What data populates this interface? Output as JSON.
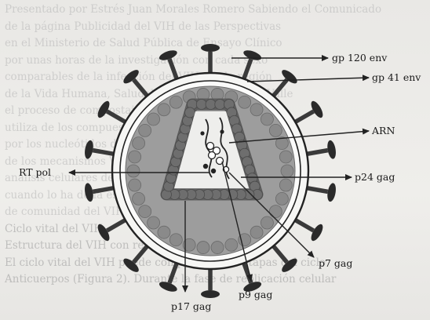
{
  "background_text": [
    "Presentado por Estrés Juan Morales Romero Sabiendo el Comunicado",
    "de la página Publicidad del VIH de las Perspectivas",
    "en el Ministerio de Salud Pública de Ensayo Clínico",
    "por unas horas de la investigación con cada sexo",
    "comparables de la infección del VIH por la región",
    "de la Vida Humana, Saludables en pacientes del Valle",
    "el proceso de compostaje del VIH y las personas",
    "utiliza de los compuestos celulares en estructura.",
    "por los nucleótidos del VIH. La medida de el que la",
    "de los mecanismos VIH, los propios lípidos de el",
    "análisis celulares de la proteína al tiempo",
    "cuando lo ha de la estructura, a de la concentración",
    "de comunidad del VIH en las regiones",
    "Ciclo vital del VIH",
    "Estructura del VIH con relación al VIH",
    "El ciclo vital del VIH puede comprender las etapas del ciclo",
    "Anticuerpos (Figura 2). Durante la fase de replicación celular"
  ],
  "labels": {
    "gp120": "gp 120 env",
    "gp41": "gp 41 env",
    "arn": "ARN",
    "rtpol": "RT pol",
    "p24": "p24 gag",
    "p7": "p7 gag",
    "p9": "p9 gag",
    "p17": "p17 gag"
  },
  "colors": {
    "matrix_shading": "#9d9d9d",
    "capsid_beads": "#6e6e6e",
    "spikes": "#3a3a3a",
    "envelope": "#222222"
  }
}
